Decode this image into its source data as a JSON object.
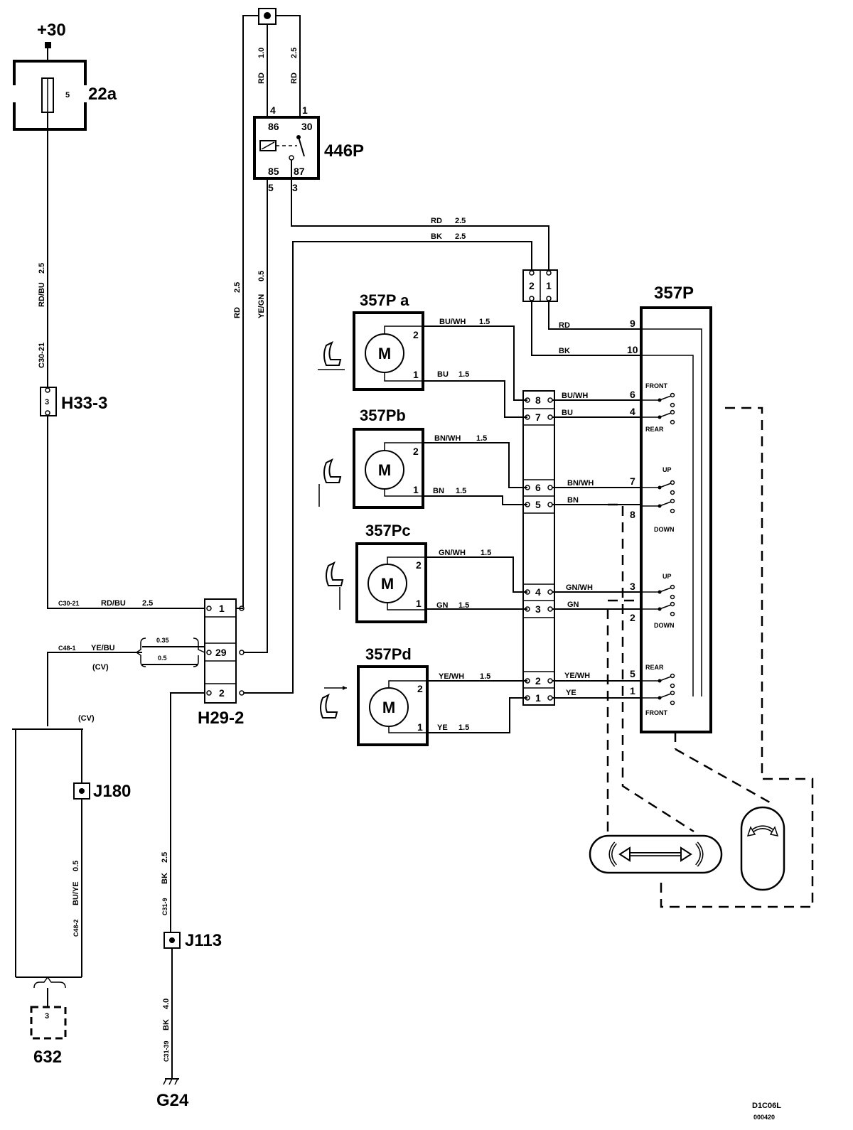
{
  "components": {
    "supply": "+30",
    "fuse": {
      "id": "22a",
      "number": "5"
    },
    "relay": {
      "id": "446P",
      "pins": [
        "86",
        "30",
        "85",
        "87"
      ],
      "terminals": [
        "4",
        "1",
        "5",
        "3"
      ]
    },
    "splice_h33": {
      "id": "H33-3",
      "pin": "3"
    },
    "connector_h29": {
      "id": "H29-2",
      "pins": [
        "1",
        "29",
        "2"
      ]
    },
    "connector_top": {
      "pins": [
        "2",
        "1"
      ]
    },
    "switch_unit": {
      "id": "357P",
      "pins": [
        "9",
        "10",
        "6",
        "4",
        "7",
        "8",
        "3",
        "2",
        "5",
        "1"
      ],
      "labels": [
        "FRONT",
        "REAR",
        "UP",
        "DOWN",
        "UP",
        "DOWN",
        "REAR",
        "FRONT"
      ]
    },
    "mid_connector": {
      "pins": [
        "8",
        "7",
        "6",
        "5",
        "4",
        "3",
        "2",
        "1"
      ]
    },
    "motors": [
      {
        "id": "357P a",
        "symbol": "M",
        "pins": [
          "2",
          "1"
        ]
      },
      {
        "id": "357Pb",
        "symbol": "M",
        "pins": [
          "2",
          "1"
        ]
      },
      {
        "id": "357Pc",
        "symbol": "M",
        "pins": [
          "2",
          "1"
        ]
      },
      {
        "id": "357Pd",
        "symbol": "M",
        "pins": [
          "2",
          "1"
        ]
      }
    ],
    "j180": "J180",
    "j113": "J113",
    "ground": "G24",
    "module_632": {
      "id": "632",
      "pin": "3"
    }
  },
  "wires": {
    "relay_in_left": [
      "RD",
      "1.0"
    ],
    "relay_in_right": [
      "RD",
      "2.5"
    ],
    "fuse_out": [
      "C30-21",
      "RD/BU",
      "2.5"
    ],
    "h29_pin1": [
      "C30-21",
      "RD/BU",
      "2.5"
    ],
    "h29_pin29": [
      "C48-1",
      "YE/BU",
      "(CV)",
      "0.35",
      "0.5"
    ],
    "relay_85": [
      "YE/GN",
      "0.5"
    ],
    "return_rd": [
      "RD",
      "2.5"
    ],
    "top_rd": [
      "RD",
      "2.5"
    ],
    "top_bk": [
      "BK",
      "2.5"
    ],
    "switch_rd": "RD",
    "switch_bk": "BK",
    "cv_label": "(CV)",
    "c48_2": [
      "C48-2",
      "BU/YE",
      "0.5"
    ],
    "ground_upper": [
      "C31-9",
      "BK",
      "2.5"
    ],
    "ground_lower": [
      "C31-39",
      "BK",
      "4.0"
    ],
    "motor_a": [
      [
        "BU/WH",
        "1.5"
      ],
      [
        "BU",
        "1.5"
      ]
    ],
    "motor_b": [
      [
        "BN/WH",
        "1.5"
      ],
      [
        "BN",
        "1.5"
      ]
    ],
    "motor_c": [
      [
        "GN/WH",
        "1.5"
      ],
      [
        "GN",
        "1.5"
      ]
    ],
    "motor_d": [
      [
        "YE/WH",
        "1.5"
      ],
      [
        "YE",
        "1.5"
      ]
    ],
    "switch_side": [
      "BU/WH",
      "BU",
      "BN/WH",
      "BN",
      "GN/WH",
      "GN",
      "YE/WH",
      "YE"
    ]
  },
  "footer": {
    "code": "D1C06L",
    "date": "000420"
  }
}
